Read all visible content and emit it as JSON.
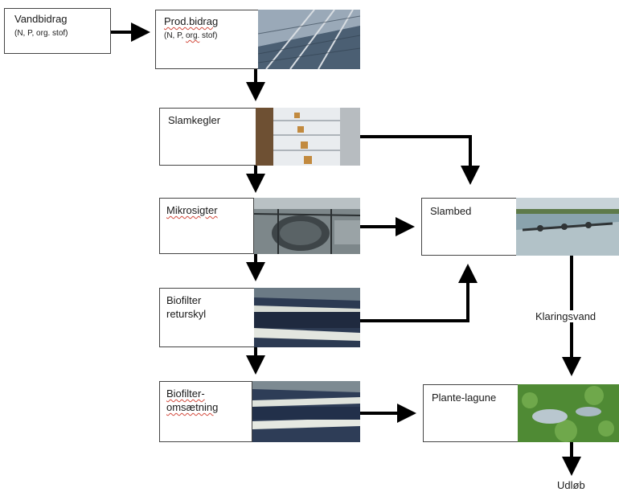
{
  "nodes": {
    "vandbidrag": {
      "label": "Vandbidrag",
      "sub": "(N, P, org. stof)"
    },
    "prod_bidrag": {
      "label": "Prod.bidrag",
      "sub_pre": "(N, P, ",
      "sub_squig": "org.",
      "sub_post": " stof)"
    },
    "slamkegler": {
      "label": "Slamkegler"
    },
    "mikrosigter": {
      "label": "Mikrosigter"
    },
    "biofilter_returskyl": {
      "line1": "Biofilter",
      "line2": "returskyl"
    },
    "biofilter_omsaetning": {
      "line1": "Biofilter-",
      "line2": "omsætning"
    },
    "slambed": {
      "label": "Slambed"
    },
    "plante_lagune": {
      "label": "Plante-lagune"
    }
  },
  "edge_labels": {
    "klaringsvand": "Klaringsvand",
    "udloeb": "Udløb"
  },
  "colors": {
    "arrow": "#000000",
    "border": "#444444",
    "squiggle": "#d24a3c"
  }
}
